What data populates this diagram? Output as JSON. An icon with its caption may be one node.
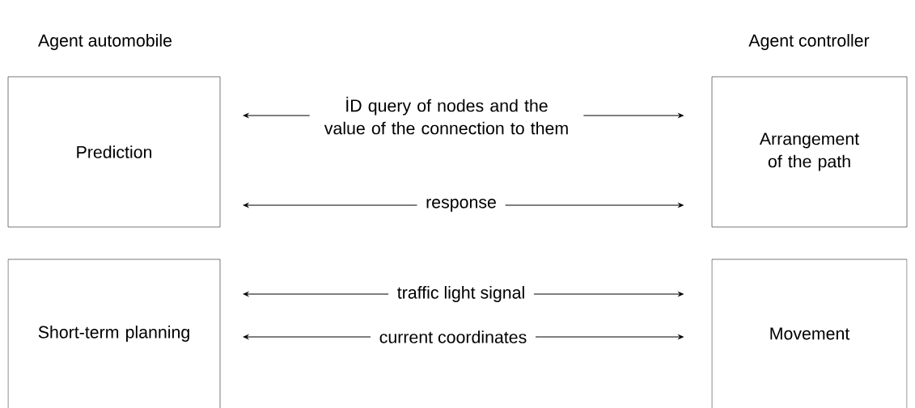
{
  "diagram": {
    "nodes": [
      {
        "text": [
          "Prediction"
        ]
      },
      {
        "text": [
          "Arrangement of the path"
        ]
      },
      {
        "text": [
          "Short-term planning"
        ]
      },
      {
        "text": [
          "Movement"
        ]
      }
    ],
    "edges": [
      {
        "from": 0,
        "to": 1,
        "arrow": "both",
        "label": "İD query of nodes and the value of the connection to them"
      },
      {
        "from": 0,
        "to": 1,
        "arrow": "both",
        "label": "response"
      },
      {
        "from": 2,
        "to": 3,
        "arrow": "both",
        "label": "traffic light signal"
      },
      {
        "from": 2,
        "to": 3,
        "arrow": "both",
        "label": "current coordinates"
      }
    ],
    "labels": [
      "Agent automobile",
      "Agent controller"
    ]
  }
}
